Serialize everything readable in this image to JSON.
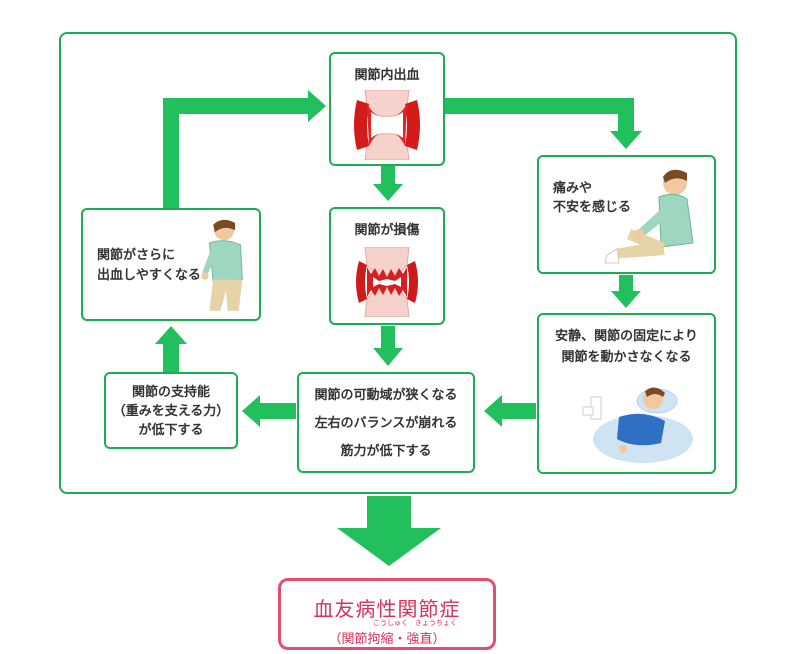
{
  "boxes": {
    "bleeding": "関節内出血",
    "damage": "関節が損傷",
    "anxiety_line1": "痛みや",
    "anxiety_line2": "不安を感じる",
    "rest_line1": "安静、関節の固定により",
    "rest_line2": "関節を動かさなくなる",
    "rom_line1": "関節の可動域が狭くなる",
    "rom_line2": "左右のバランスが崩れる",
    "rom_line3": "筋力が低下する",
    "support_line1": "関節の支持能",
    "support_line2": "（重みを支える力）",
    "support_line3": "が低下する",
    "prone_line1": "関節がさらに",
    "prone_line2": "出血しやすくなる"
  },
  "result": {
    "title": "血友病性関節症",
    "subtitle": "（関節拘縮・強直）",
    "ruby": "こうしゅく　きょうちょく"
  },
  "colors": {
    "arrow": "#22c05c",
    "frame": "#1faa54",
    "result_border": "#e0506e",
    "result_text": "#d6335a"
  }
}
